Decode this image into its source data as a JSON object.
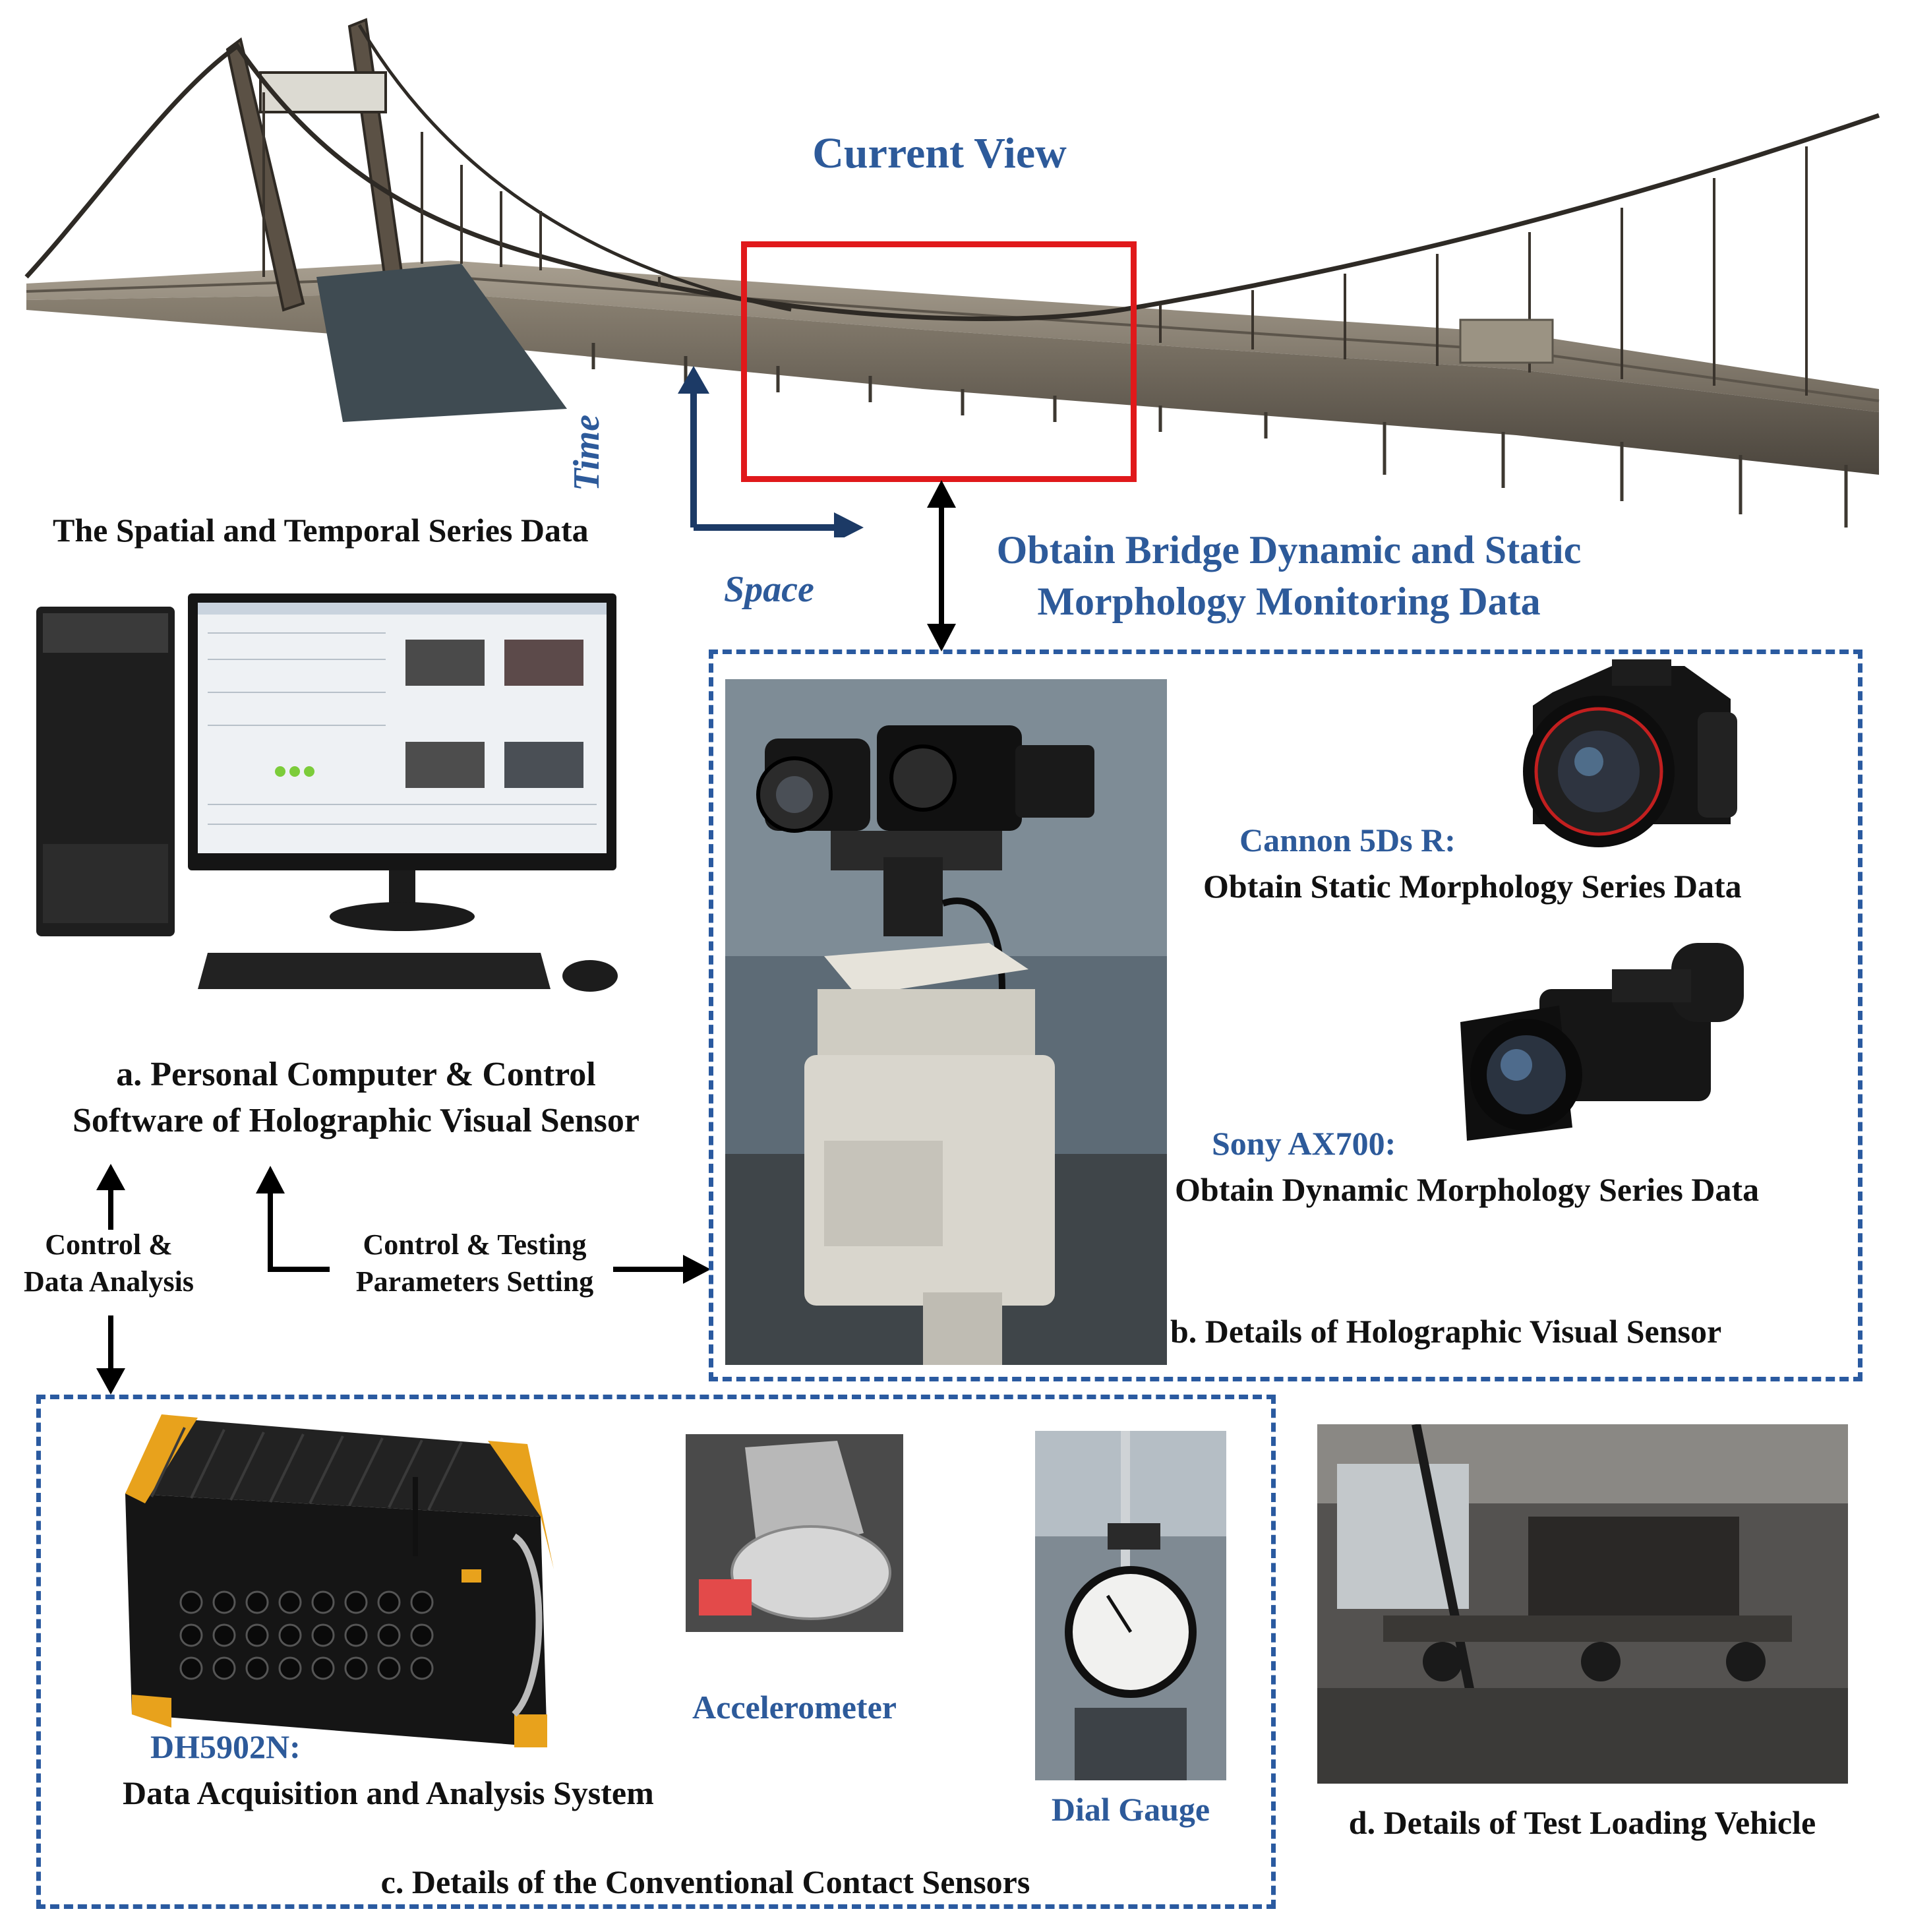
{
  "colors": {
    "accent_blue": "#2d5a9a",
    "dash_blue": "#2a5aa0",
    "current_view_red": "#e0191b",
    "arrow_navy": "#1c3a66"
  },
  "header": {
    "current_view": "Current View"
  },
  "bridge": {
    "axes": {
      "time": "Time",
      "space": "Space"
    },
    "series_label": "The Spatial and Temporal Series Data",
    "obtain_line1": "Obtain Bridge Dynamic and Static",
    "obtain_line2": "Morphology Monitoring  Data"
  },
  "panel_a": {
    "title_line1": "a. Personal Computer & Control",
    "title_line2": "Software of Holographic Visual Sensor"
  },
  "flow": {
    "control_analysis_line1": "Control &",
    "control_analysis_line2": "Data Analysis",
    "control_testing_line1": "Control & Testing",
    "control_testing_line2": "Parameters Setting"
  },
  "panel_b": {
    "canon_name": "Cannon 5Ds R:",
    "canon_desc": "Obtain Static Morphology Series Data",
    "sony_name": "Sony AX700:",
    "sony_desc": "Obtain Dynamic Morphology Series Data",
    "title": "b. Details of Holographic Visual Sensor"
  },
  "panel_c": {
    "daq_name": "DH5902N:",
    "daq_desc": "Data Acquisition and Analysis System",
    "accelerometer": "Accelerometer",
    "dial_gauge": "Dial Gauge",
    "title": "c. Details of the Conventional Contact Sensors"
  },
  "panel_d": {
    "title": "d. Details of  Test Loading Vehicle"
  },
  "icons": {
    "bridge": "suspension-bridge-photo",
    "computer": "desktop-pc-photo",
    "sensor": "holographic-sensor-photo",
    "canon": "dslr-camera-photo",
    "sony": "camcorder-photo",
    "daq": "daq-device-photo",
    "accelerometer": "accelerometer-photo",
    "dial": "dial-gauge-photo",
    "vehicle": "loading-vehicle-photo"
  }
}
